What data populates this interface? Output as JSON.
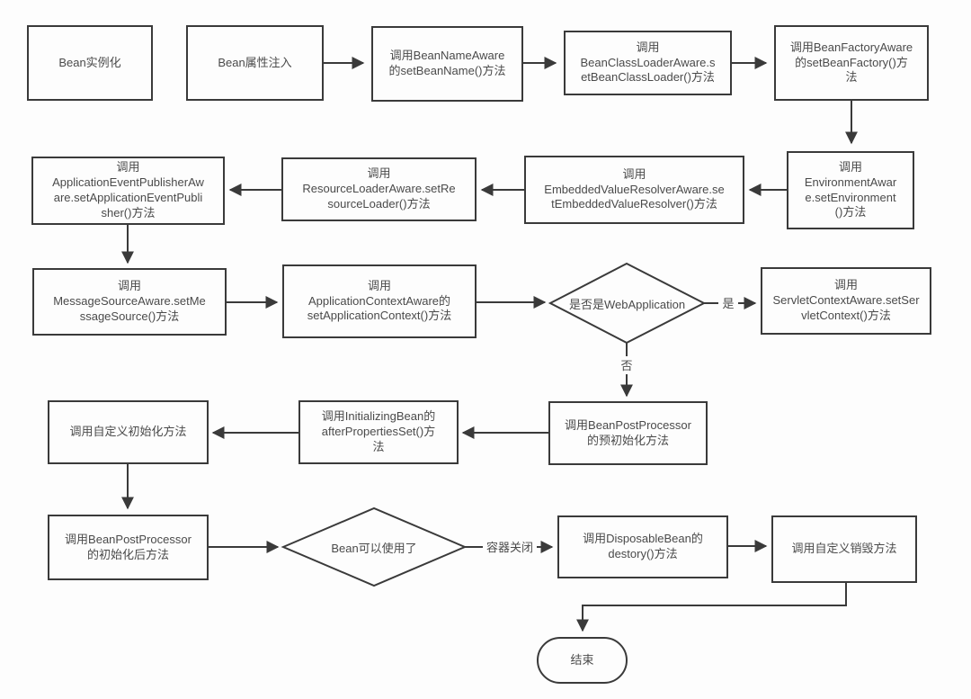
{
  "colors": {
    "stroke": "#3a3a3a",
    "text": "#4a4a4a",
    "background": "#fdfdfd"
  },
  "diagram": {
    "type": "flowchart",
    "nodes": {
      "bean_instantiation": {
        "shape": "rect",
        "label": "Bean实例化"
      },
      "bean_property_injection": {
        "shape": "rect",
        "label": "Bean属性注入"
      },
      "bean_name_aware": {
        "shape": "rect",
        "label": "调用BeanNameAware\n的setBeanName()方法"
      },
      "bean_class_loader_aware": {
        "shape": "rect",
        "label": "调用\nBeanClassLoaderAware.s\netBeanClassLoader()方法"
      },
      "bean_factory_aware": {
        "shape": "rect",
        "label": "调用BeanFactoryAware\n的setBeanFactory()方\n法"
      },
      "environment_aware": {
        "shape": "rect",
        "label": "调用\nEnvironmentAwar\ne.setEnvironment\n()方法"
      },
      "embedded_value_resolver_aware": {
        "shape": "rect",
        "label": "调用\nEmbeddedValueResolverAware.se\ntEmbeddedValueResolver()方法"
      },
      "resource_loader_aware": {
        "shape": "rect",
        "label": "调用\nResourceLoaderAware.setRe\nsourceLoader()方法"
      },
      "application_event_publisher_aware": {
        "shape": "rect",
        "label": "调用\nApplicationEventPublisherAw\nare.setApplicationEventPubli\nsher()方法"
      },
      "message_source_aware": {
        "shape": "rect",
        "label": "调用\nMessageSourceAware.setMe\nssageSource()方法"
      },
      "application_context_aware": {
        "shape": "rect",
        "label": "调用\nApplicationContextAware的\nsetApplicationContext()方法"
      },
      "is_web_application": {
        "shape": "diamond",
        "label": "是否是WebApplication"
      },
      "servlet_context_aware": {
        "shape": "rect",
        "label": "调用\nServletContextAware.setSer\nvletContext()方法"
      },
      "bean_post_processor_pre_init": {
        "shape": "rect",
        "label": "调用BeanPostProcessor\n的预初始化方法"
      },
      "initializing_bean": {
        "shape": "rect",
        "label": "调用InitializingBean的\nafterPropertiesSet()方\n法"
      },
      "custom_init": {
        "shape": "rect",
        "label": "调用自定义初始化方法"
      },
      "bean_post_processor_post_init": {
        "shape": "rect",
        "label": "调用BeanPostProcessor\n的初始化后方法"
      },
      "bean_ready": {
        "shape": "diamond",
        "label": "Bean可以使用了"
      },
      "disposable_bean": {
        "shape": "rect",
        "label": "调用DisposableBean的\ndestory()方法"
      },
      "custom_destroy": {
        "shape": "rect",
        "label": "调用自定义销毁方法"
      },
      "end": {
        "shape": "terminal",
        "label": "结束"
      }
    },
    "edge_labels": {
      "yes": "是",
      "no": "否",
      "container_closed": "容器关闭"
    }
  }
}
